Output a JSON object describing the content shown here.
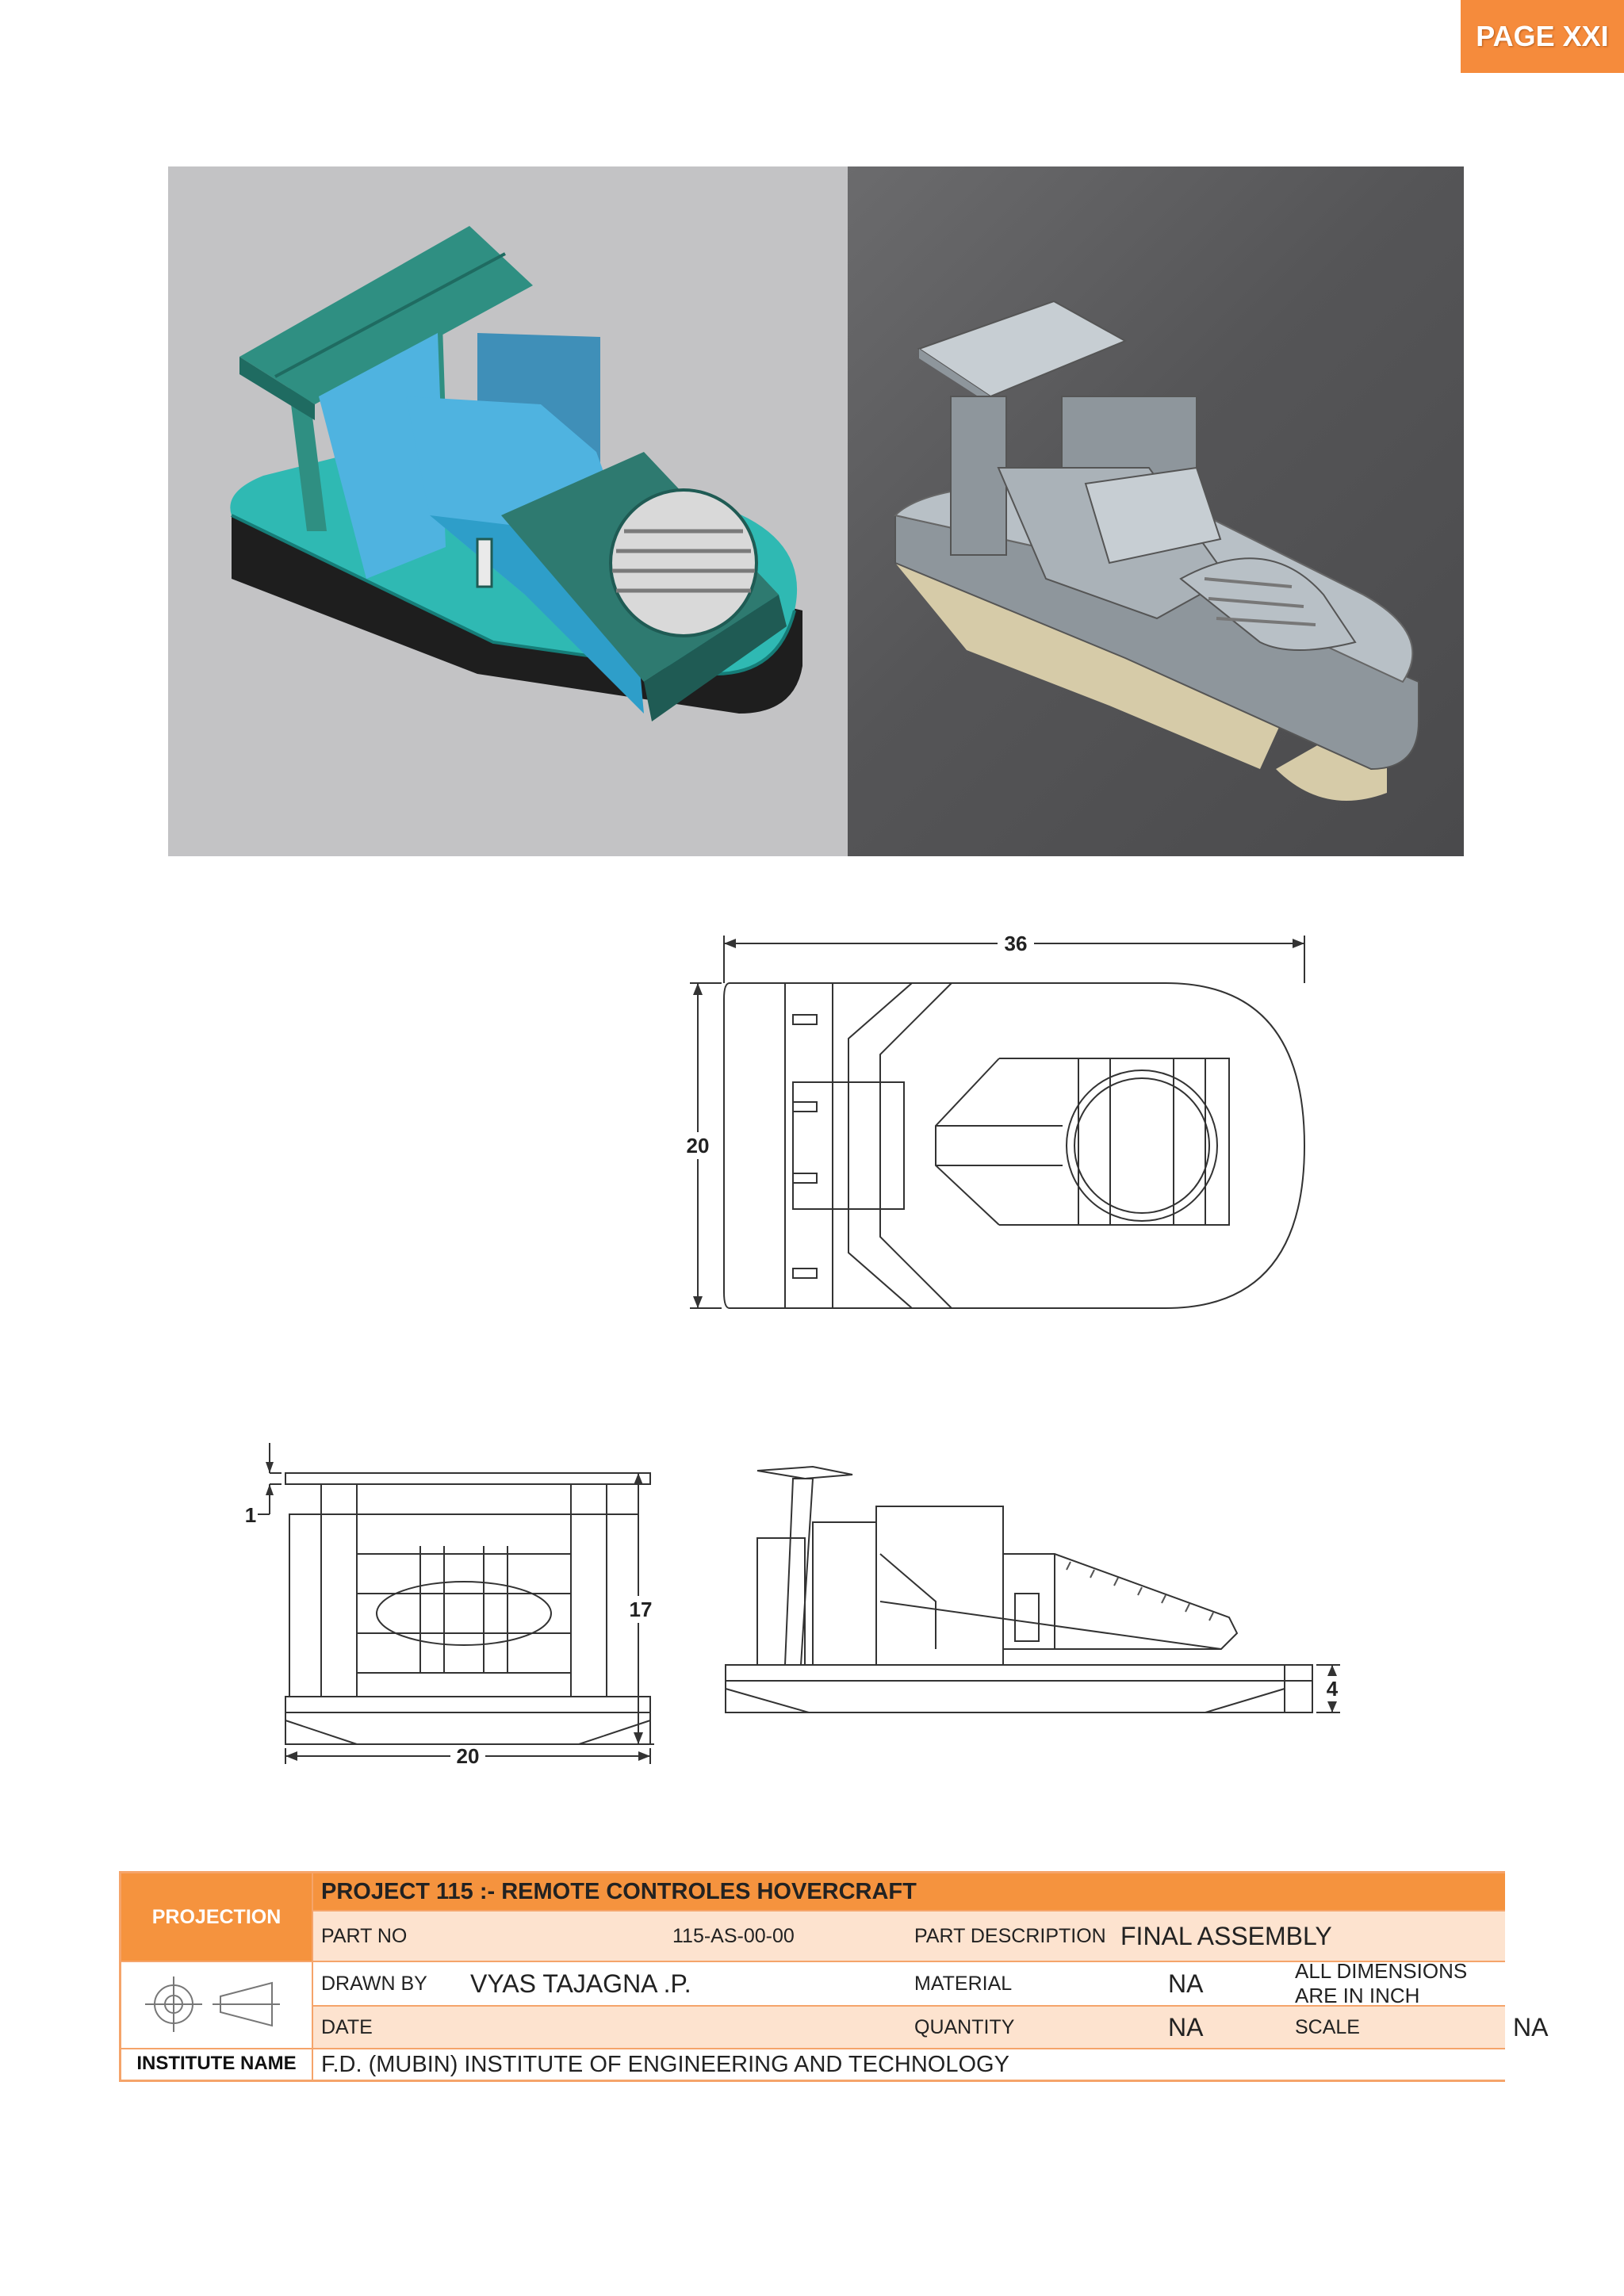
{
  "page_badge": "PAGE XXI",
  "renders": {
    "left_colors": {
      "deck": "#2fb9b3",
      "hull": "#1e1e1e",
      "canopy": "#2f8f82",
      "panel_blue": "#4fb3e0",
      "cabin_dark": "#2e7a70"
    },
    "right_colors": {
      "body": "#b8c0c6",
      "shade": "#8e969c",
      "skirt": "#d6cba8"
    }
  },
  "drawings": {
    "top_view": {
      "width_dim": "36",
      "height_dim": "20"
    },
    "front_view": {
      "height_dim": "17",
      "width_dim": "20",
      "roof_dim": "1"
    },
    "side_view": {
      "skirt_dim": "4"
    }
  },
  "title_block": {
    "projection_label": "PROJECTION",
    "project_title": "PROJECT 115 :- REMOTE CONTROLES HOVERCRAFT",
    "part_no_label": "PART NO",
    "part_no_value": "115-AS-00-00",
    "part_desc_label": "PART DESCRIPTION",
    "part_desc_value": "FINAL ASSEMBLY",
    "drawn_by_label": "DRAWN BY",
    "drawn_by_value": "VYAS TAJAGNA .P.",
    "material_label": "MATERIAL",
    "material_value": "NA",
    "dims_note": "ALL DIMENSIONS ARE IN INCH",
    "date_label": "DATE",
    "date_value": "",
    "quantity_label": "QUANTITY",
    "quantity_value": "NA",
    "scale_label": "SCALE",
    "scale_value": "NA",
    "institute_label": "INSTITUTE NAME",
    "institute_value": "F.D. (MUBIN) INSTITUTE OF ENGINEERING AND TECHNOLOGY"
  },
  "accent_colors": {
    "orange": "#f5933e",
    "peach": "#fde3cf",
    "border": "#f5a46a"
  }
}
